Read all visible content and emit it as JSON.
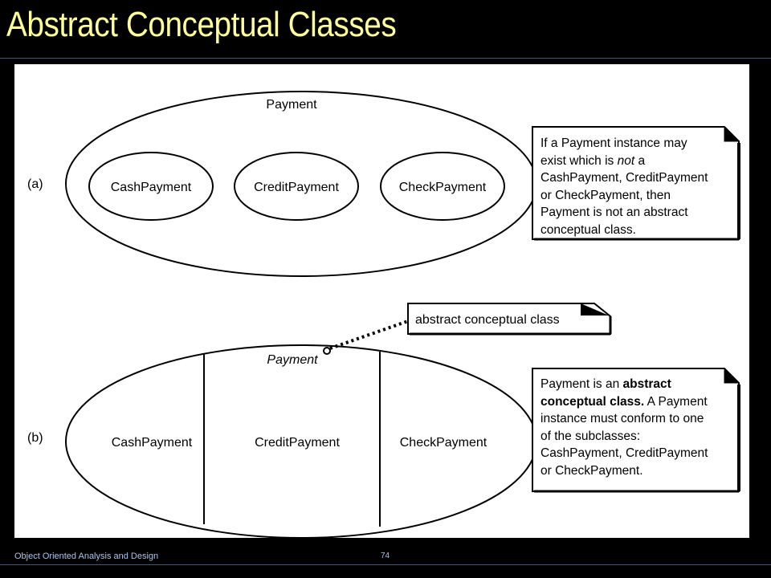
{
  "slide": {
    "title": "Abstract Conceptual Classes"
  },
  "diagram": {
    "part_a": {
      "label": "(a)",
      "superclass": "Payment",
      "subclasses": [
        "CashPayment",
        "CreditPayment",
        "CheckPayment"
      ],
      "note_lines": [
        "If a  Payment instance may",
        "exist which is not a",
        "CashPayment, CreditPayment",
        "or CheckPayment, then",
        "Payment is not an abstract",
        "conceptual class."
      ]
    },
    "part_b": {
      "label": "(b)",
      "superclass": "Payment",
      "subclasses": [
        "CashPayment",
        "CreditPayment",
        "CheckPayment"
      ],
      "callout": "abstract conceptual class",
      "note_lines": [
        "Payment is an abstract",
        "conceptual class. A Payment",
        "instance must conform to one",
        "of the subclasses:",
        "CashPayment, CreditPayment",
        "or CheckPayment."
      ]
    }
  },
  "footer": {
    "course": "Object Oriented Analysis and Design",
    "page": "74"
  }
}
